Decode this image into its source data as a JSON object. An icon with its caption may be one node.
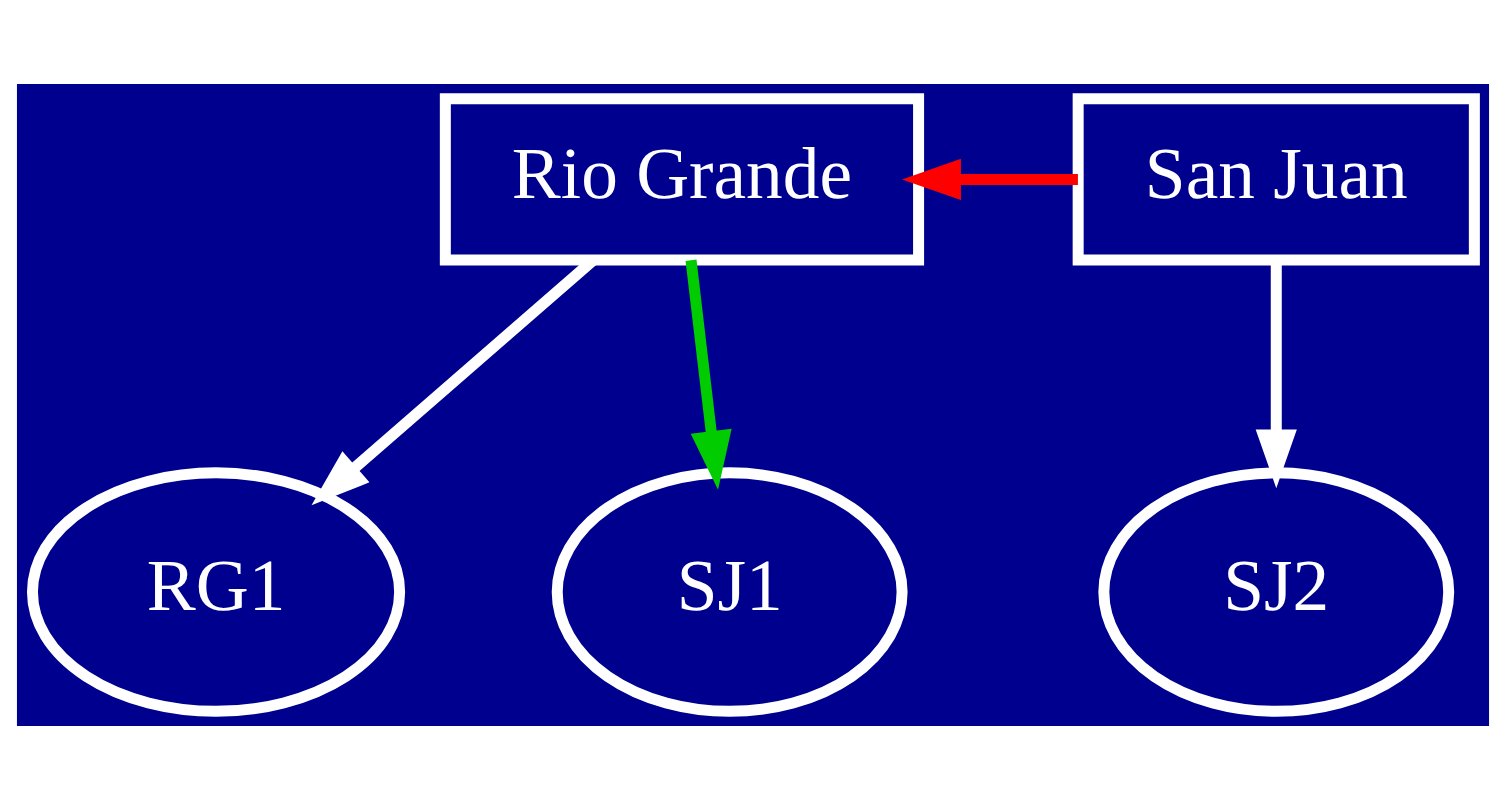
{
  "diagram": {
    "nodes": [
      {
        "text": [
          "Rio Grande"
        ]
      },
      {
        "text": [
          "San Juan"
        ]
      },
      {
        "text": [
          "RG1"
        ]
      },
      {
        "text": [
          "SJ1"
        ]
      },
      {
        "text": [
          "SJ2"
        ]
      }
    ],
    "edges": [
      {
        "from": 1,
        "to": 0,
        "arrow": "to",
        "color": "#ff0000"
      },
      {
        "from": 0,
        "to": 2,
        "arrow": "to"
      },
      {
        "from": 0,
        "to": 3,
        "arrow": "to",
        "color": "#00cc00"
      },
      {
        "from": 1,
        "to": 4,
        "arrow": "to"
      }
    ]
  }
}
